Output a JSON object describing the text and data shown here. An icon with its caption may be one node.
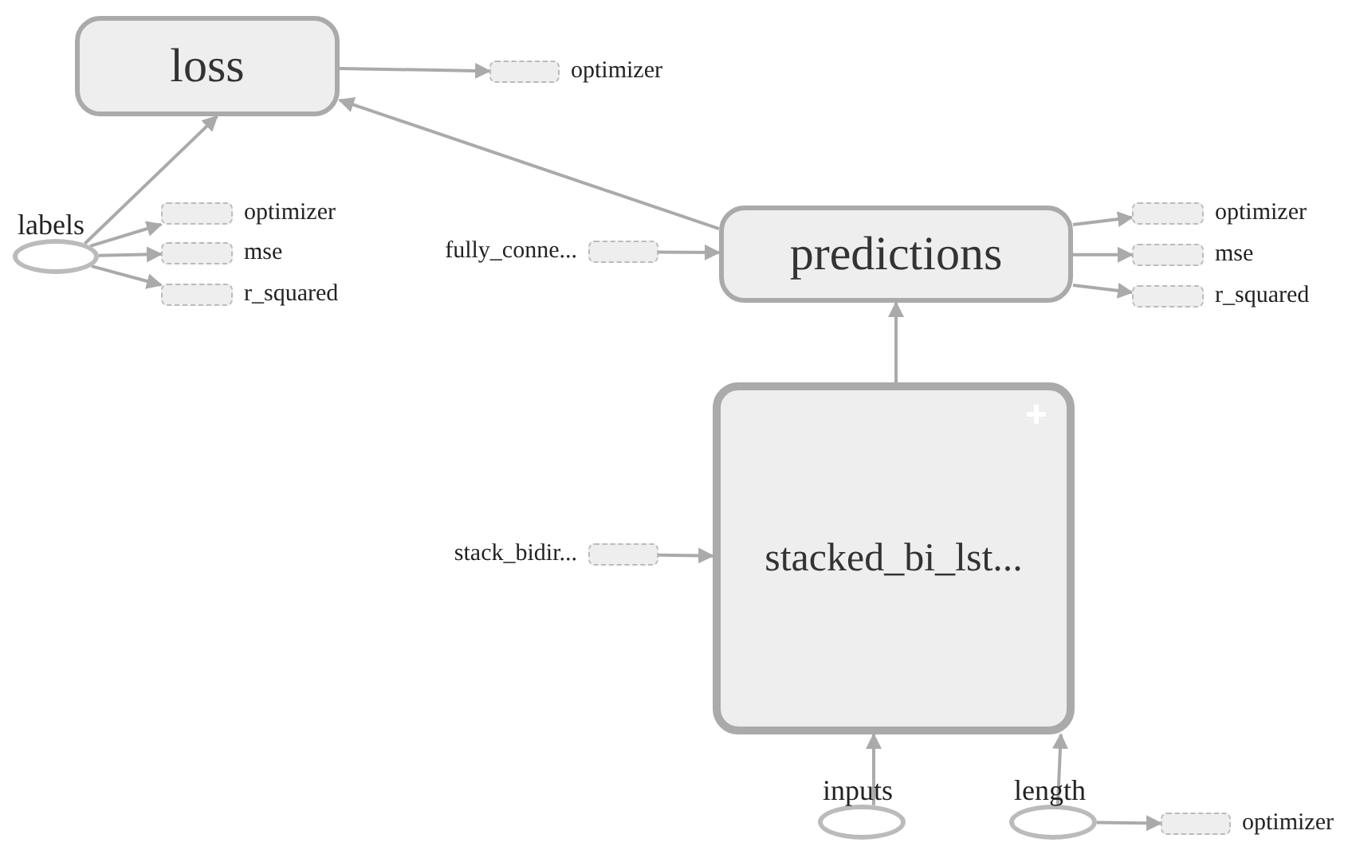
{
  "diagram": {
    "nodes": [
      {
        "text": [
          "loss"
        ]
      },
      {
        "text": [
          "optimizer"
        ]
      },
      {
        "text": [
          "labels"
        ]
      },
      {
        "text": [
          "optimizer"
        ]
      },
      {
        "text": [
          "mse"
        ]
      },
      {
        "text": [
          "r_squared"
        ]
      },
      {
        "text": [
          "fully_conne..."
        ]
      },
      {
        "text": [
          "predictions"
        ]
      },
      {
        "text": [
          "optimizer"
        ]
      },
      {
        "text": [
          "mse"
        ]
      },
      {
        "text": [
          "r_squared"
        ]
      },
      {
        "text": [
          "stack_bidir..."
        ]
      },
      {
        "text": [
          "stacked_bi_lst..."
        ]
      },
      {
        "text": [
          "inputs"
        ]
      },
      {
        "text": [
          "length"
        ]
      },
      {
        "text": [
          "optimizer"
        ]
      }
    ],
    "edges": [
      {
        "from": 0,
        "to": 1,
        "arrow": "to"
      },
      {
        "from": 2,
        "to": 0,
        "arrow": "to"
      },
      {
        "from": 2,
        "to": 3,
        "arrow": "to"
      },
      {
        "from": 2,
        "to": 4,
        "arrow": "to"
      },
      {
        "from": 2,
        "to": 5,
        "arrow": "to"
      },
      {
        "from": 7,
        "to": 0,
        "arrow": "to"
      },
      {
        "from": 6,
        "to": 7,
        "arrow": "to"
      },
      {
        "from": 7,
        "to": 8,
        "arrow": "to"
      },
      {
        "from": 7,
        "to": 9,
        "arrow": "to"
      },
      {
        "from": 7,
        "to": 10,
        "arrow": "to"
      },
      {
        "from": 12,
        "to": 7,
        "arrow": "to"
      },
      {
        "from": 11,
        "to": 12,
        "arrow": "to"
      },
      {
        "from": 13,
        "to": 12,
        "arrow": "to"
      },
      {
        "from": 14,
        "to": 12,
        "arrow": "to"
      },
      {
        "from": 14,
        "to": 15,
        "arrow": "to"
      }
    ]
  }
}
